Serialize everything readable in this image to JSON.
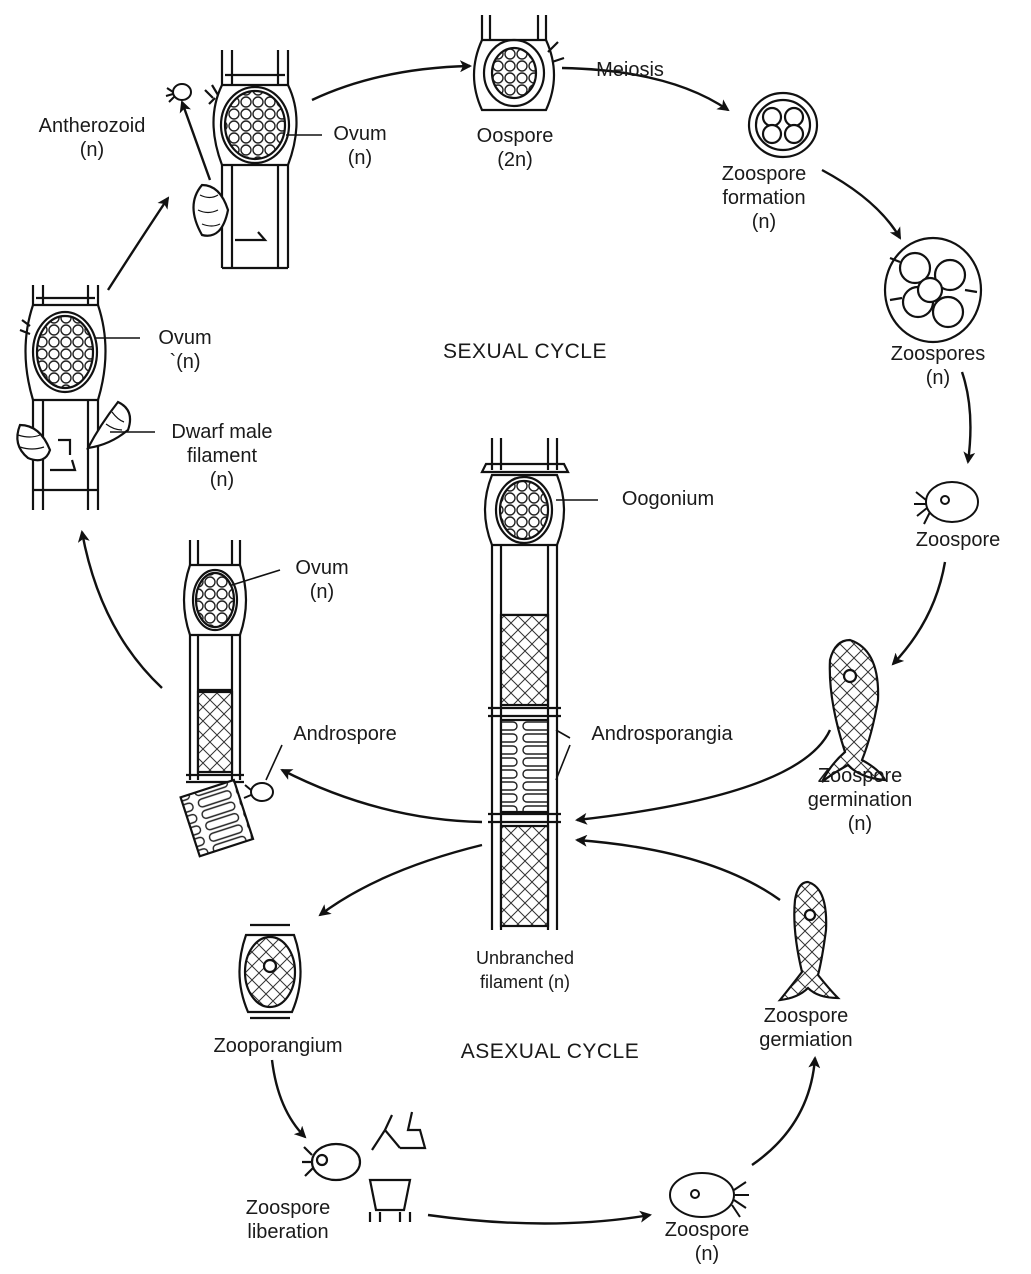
{
  "diagram": {
    "cycle_labels": {
      "sexual": "SEXUAL CYCLE",
      "asexual": "ASEXUAL CYCLE"
    },
    "labels": {
      "antherozoid": [
        "Antherozoid",
        "(n)"
      ],
      "ovum_top": [
        "Ovum",
        "(n)"
      ],
      "oospore": [
        "Oospore",
        "(2n)"
      ],
      "meiosis": [
        "Meiosis"
      ],
      "zoospore_formation": [
        "Zoospore",
        "formation",
        "(n)"
      ],
      "zoospores": [
        "Zoospores",
        "(n)"
      ],
      "zoospore_right": [
        "Zoospore"
      ],
      "zoospore_germination_right": [
        "Zoospore",
        "germination",
        "(n)"
      ],
      "ovum_left": [
        "Ovum",
        "`(n)"
      ],
      "dwarf_male": [
        "Dwarf male",
        "filament",
        "(n)"
      ],
      "ovum_mid": [
        "Ovum",
        "(n)"
      ],
      "androspore": [
        "Androspore"
      ],
      "oogonium": [
        "Oogonium"
      ],
      "androsporangia": [
        "Androsporangia"
      ],
      "unbranched": [
        "Unbranched",
        "filament (n)"
      ],
      "zooporangium": [
        "Zooporangium"
      ],
      "zoospore_liberation": [
        "Zoospore",
        "liberation"
      ],
      "zoospore_bottom": [
        "Zoospore",
        "(n)"
      ],
      "zoospore_germiation": [
        "Zoospore",
        "germiation"
      ]
    }
  }
}
